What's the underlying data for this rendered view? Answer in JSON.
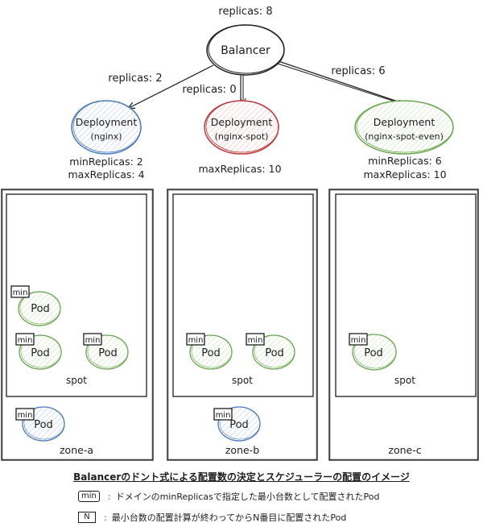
{
  "title": "Balancerのドント式による配置数の決定とスケジューラーの配置のイメージ",
  "balancer": {
    "label": "Balancer",
    "replicas_label": "replicas: 8"
  },
  "edges": [
    {
      "target": "nginx",
      "label": "replicas: 2"
    },
    {
      "target": "nginx-spot",
      "label": "replicas: 0"
    },
    {
      "target": "nginx-spot-even",
      "label": "replicas: 6"
    }
  ],
  "deployments": [
    {
      "name": "Deployment",
      "sub": "(nginx)",
      "color": "#4a7bbf",
      "fill": "#dbe6f6",
      "params": [
        "minReplicas: 2",
        "maxReplicas: 4"
      ]
    },
    {
      "name": "Deployment",
      "sub": "(nginx-spot)",
      "color": "#c0393b",
      "fill": "#f8dede",
      "params": [
        "maxReplicas: 10"
      ]
    },
    {
      "name": "Deployment",
      "sub": "(nginx-spot-even)",
      "color": "#6aa84f",
      "fill": "#e2f0d9",
      "params": [
        "minReplicas: 6",
        "maxReplicas: 10"
      ]
    }
  ],
  "zones": [
    {
      "label": "zone-a",
      "inner_label": "spot",
      "spot_pods": [
        {
          "label": "Pod",
          "badge": "min"
        },
        {
          "label": "Pod",
          "badge": "min"
        },
        {
          "label": "Pod",
          "badge": "min"
        }
      ],
      "zone_pods": [
        {
          "label": "Pod",
          "badge": "min"
        }
      ]
    },
    {
      "label": "zone-b",
      "inner_label": "spot",
      "spot_pods": [
        {
          "label": "Pod",
          "badge": "min"
        },
        {
          "label": "Pod",
          "badge": "min"
        }
      ],
      "zone_pods": [
        {
          "label": "Pod",
          "badge": "min"
        }
      ]
    },
    {
      "label": "zone-c",
      "inner_label": "spot",
      "spot_pods": [
        {
          "label": "Pod",
          "badge": "min"
        }
      ],
      "zone_pods": []
    }
  ],
  "legend": [
    {
      "badge": "min",
      "sep": ":",
      "text": "ドメインのminReplicasで指定した最小台数として配置されたPod"
    },
    {
      "badge": "N",
      "sep": ":",
      "text": "最小台数の配置計算が終わってからN番目に配置されたPod"
    }
  ],
  "colors": {
    "stroke": "#1e1e1e",
    "blue": "#4a7bbf",
    "red": "#c0393b",
    "green": "#6aa84f"
  }
}
